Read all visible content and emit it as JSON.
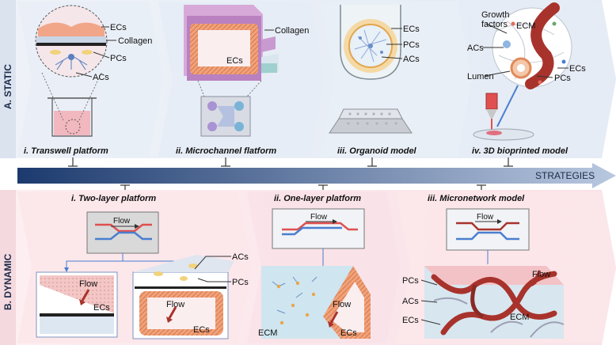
{
  "sections": {
    "static": "A. STATIC",
    "dynamic": "B. DYNAMIC"
  },
  "strategies": "STRATEGIES",
  "static_panels": [
    {
      "title": "i. Transwell platform",
      "labels": [
        "ECs",
        "Collagen",
        "PCs",
        "ACs"
      ]
    },
    {
      "title": "ii. Microchannel flatform",
      "labels": [
        "Collagen",
        "ECs"
      ]
    },
    {
      "title": "iii. Organoid model",
      "labels": [
        "ECs",
        "PCs",
        "ACs"
      ]
    },
    {
      "title": "iv. 3D bioprinted model",
      "labels": [
        "Growth factors",
        "ECM",
        "ACs",
        "ECs",
        "Lumen",
        "PCs"
      ]
    }
  ],
  "dynamic_panels": [
    {
      "title": "i. Two-layer platform",
      "labels": [
        "Flow",
        "Flow",
        "ECs",
        "ACs",
        "PCs",
        "Flow",
        "ECs"
      ]
    },
    {
      "title": "ii. One-layer platform",
      "labels": [
        "Flow",
        "Flow",
        "ECM",
        "ECs"
      ]
    },
    {
      "title": "iii. Micronetwork model",
      "labels": [
        "Flow",
        "Flow",
        "PCs",
        "ACs",
        "ECs",
        "ECM"
      ]
    }
  ],
  "colors": {
    "static_band": "#dfe6f1",
    "dynamic_band": "#f8e2e6",
    "arrow": "#2b4a7e",
    "ec": "#e8906a",
    "vessel": "#a8332c",
    "media": "#f2b8c0"
  }
}
